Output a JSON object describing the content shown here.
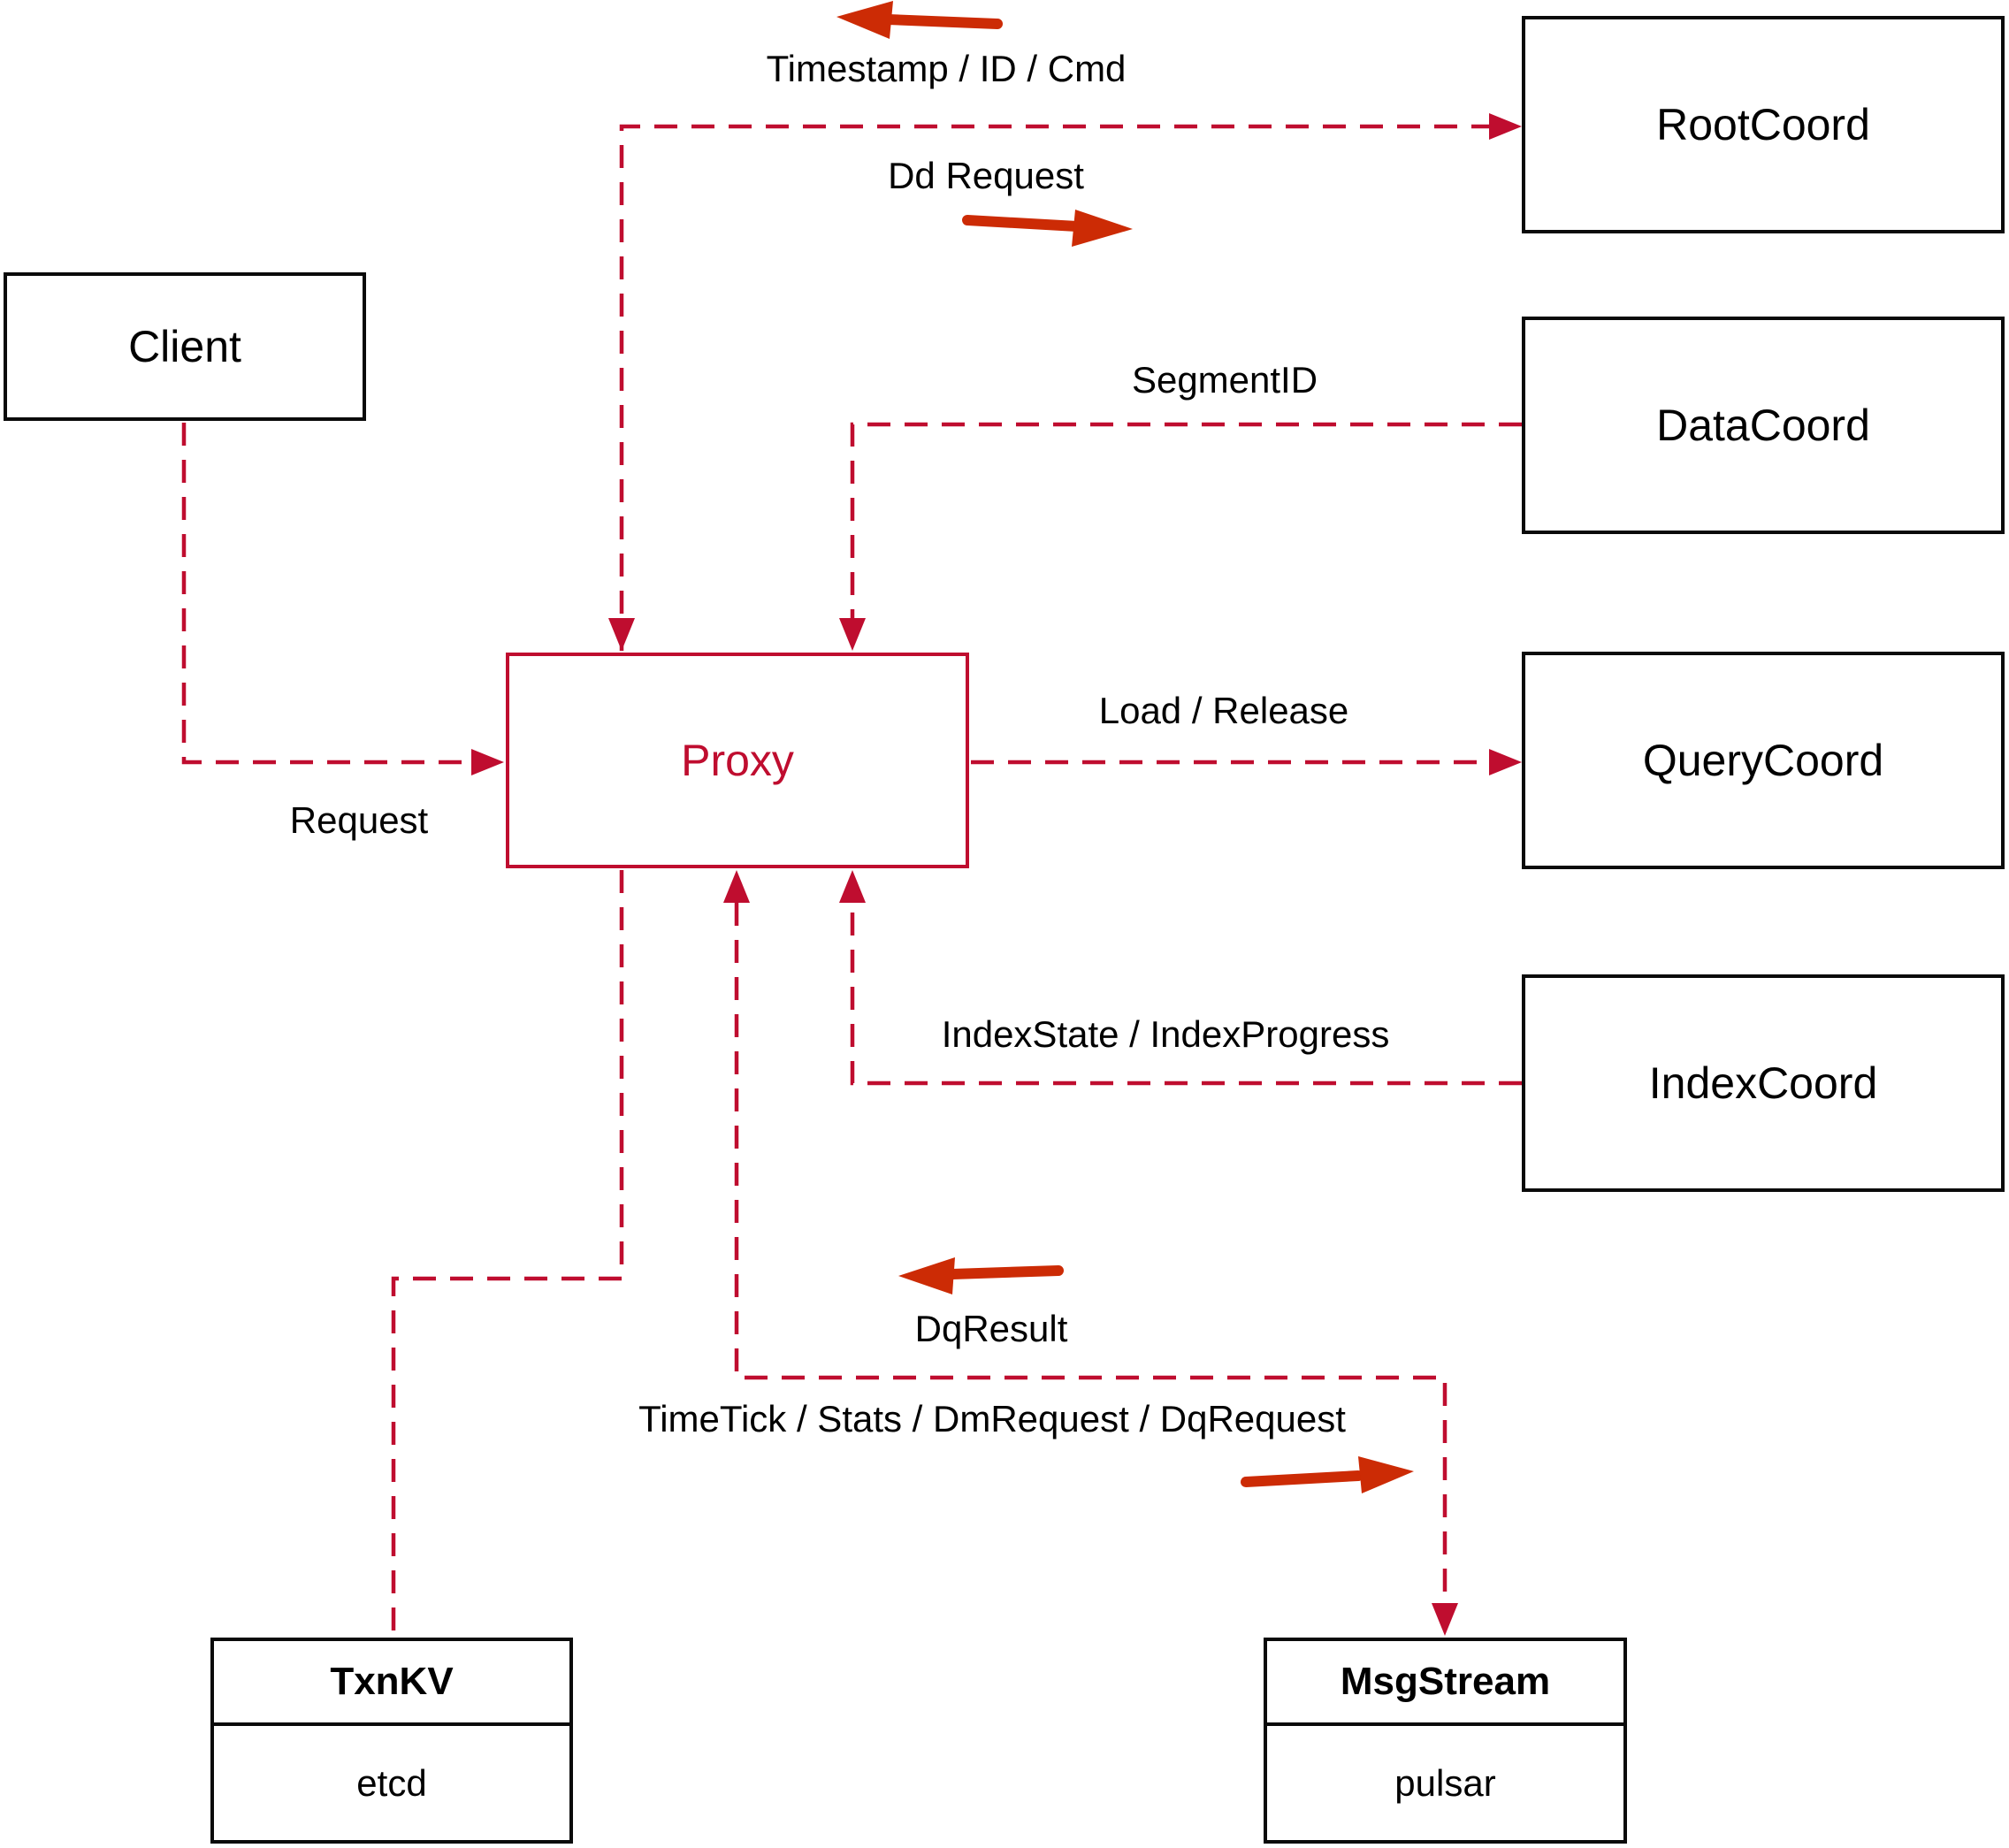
{
  "nodes": {
    "client": {
      "label": "Client"
    },
    "proxy": {
      "label": "Proxy"
    },
    "rootcoord": {
      "label": "RootCoord"
    },
    "datacoord": {
      "label": "DataCoord"
    },
    "querycoord": {
      "label": "QueryCoord"
    },
    "indexcoord": {
      "label": "IndexCoord"
    },
    "txnkv": {
      "title": "TxnKV",
      "body": "etcd"
    },
    "msgstream": {
      "title": "MsgStream",
      "body": "pulsar"
    }
  },
  "edges": {
    "timestamp": {
      "label": "Timestamp / ID / Cmd",
      "from": "Proxy",
      "to": "RootCoord",
      "style": "dashed-double-arrow"
    },
    "dd_request": {
      "label": "Dd Request",
      "from": "Proxy",
      "to": "RootCoord",
      "style": "solid-arrow-right"
    },
    "segment_id": {
      "label": "SegmentID",
      "from": "DataCoord",
      "to": "Proxy",
      "style": "dashed-arrow"
    },
    "request": {
      "label": "Request",
      "from": "Client",
      "to": "Proxy",
      "style": "dashed-arrow"
    },
    "load_release": {
      "label": "Load / Release",
      "from": "Proxy",
      "to": "QueryCoord",
      "style": "dashed-arrow"
    },
    "index_state": {
      "label": "IndexState / IndexProgress",
      "from": "IndexCoord",
      "to": "Proxy",
      "style": "dashed-arrow"
    },
    "dq_result": {
      "label": "DqResult",
      "from": "MsgStream",
      "to": "Proxy",
      "style": "solid-arrow-left"
    },
    "timetick": {
      "label": "TimeTick / Stats / DmRequest / DqRequest",
      "from": "Proxy",
      "to": "MsgStream",
      "style": "dashed-double-arrow"
    },
    "txnkv_link": {
      "label": "",
      "from": "Proxy",
      "to": "TxnKV",
      "style": "dashed-plain"
    }
  },
  "colors": {
    "connector_red": "#bf0d2f",
    "solid_arrow_red": "#cc2b05",
    "box_border_black": "#0a0a0a",
    "proxy_red": "#bf0d2f",
    "background": "#ffffff"
  }
}
